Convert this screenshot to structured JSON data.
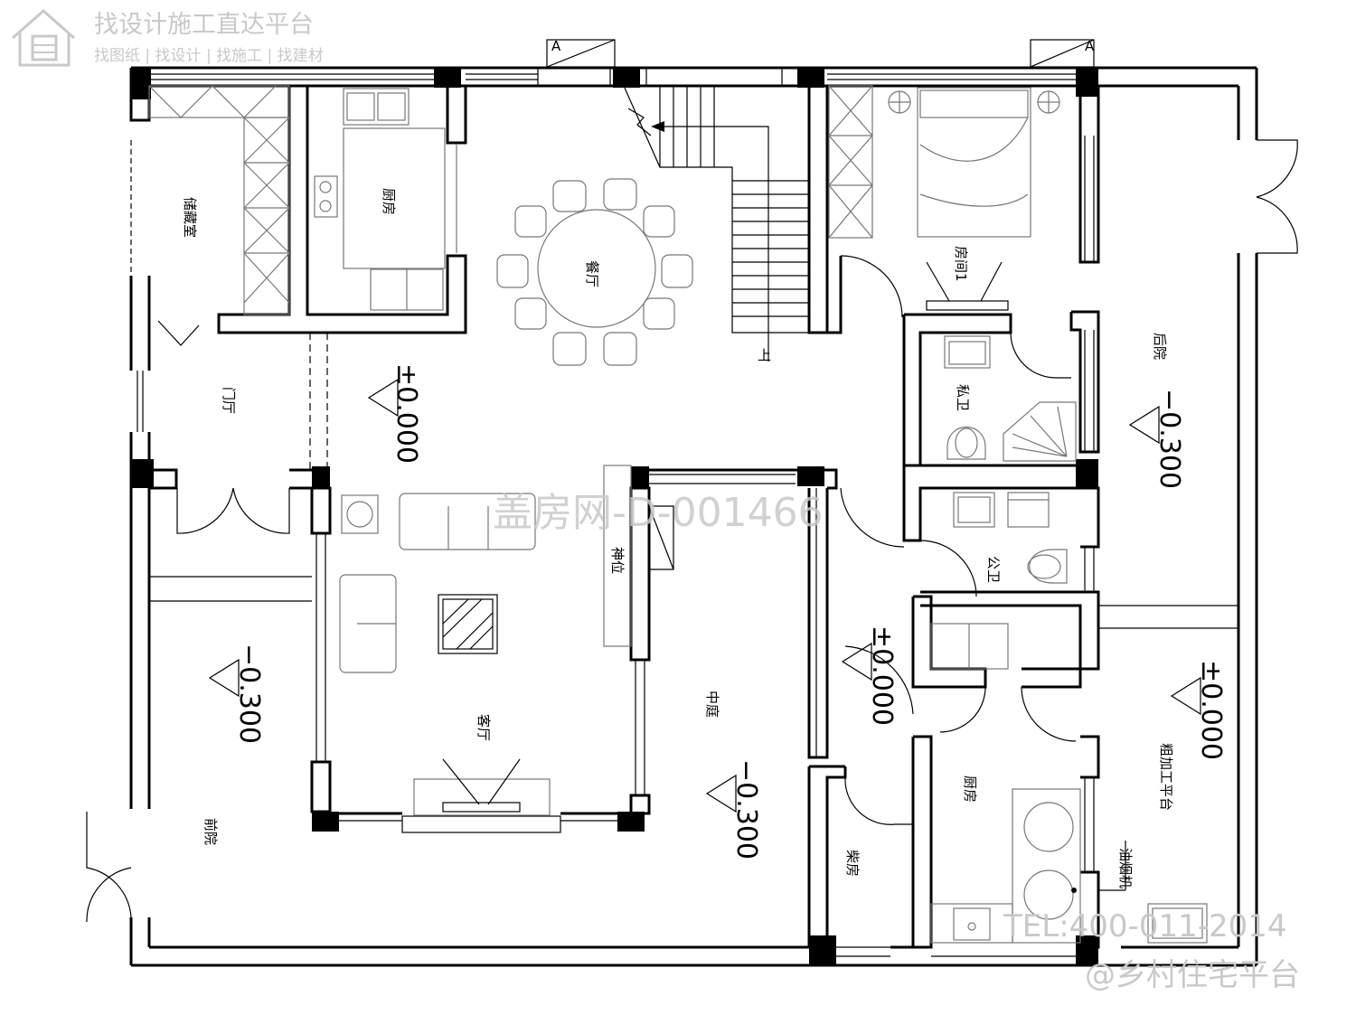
{
  "brand": {
    "title": "找设计施工直达平台",
    "subtitle": "找图纸 | 找设计 | 找施工 | 找建材"
  },
  "rooms": {
    "storage": "储藏室",
    "kitchen_top": "厨房",
    "dining": "餐厅",
    "bedroom1": "房间1",
    "private_bath": "私卫",
    "back_yard": "后院",
    "foyer": "门厅",
    "shrine": "神位",
    "public_bath": "公卫",
    "living": "客厅",
    "courtyard": "中庭",
    "front_yard": "前院",
    "firewood": "柴房",
    "kitchen_bottom": "厨房",
    "rough_processing": "粗加工平台",
    "range_hood": "油烟机",
    "stairs_up": "上"
  },
  "levels": {
    "foyer": "±0.000",
    "front_yard": "−0.300",
    "courtyard": "−0.300",
    "corridor": "±0.000",
    "back_yard": "−0.300",
    "rough_processing": "±0.000"
  },
  "section_marks": {
    "left": "A",
    "right": "A"
  },
  "watermarks": {
    "center": "盖房网-D-001466",
    "tel": "TEL:400-011-2014",
    "handle": "@乡村住宅平台"
  },
  "colors": {
    "walls": "#000000",
    "furniture": "#777777",
    "watermark": "#c9c9c9"
  }
}
